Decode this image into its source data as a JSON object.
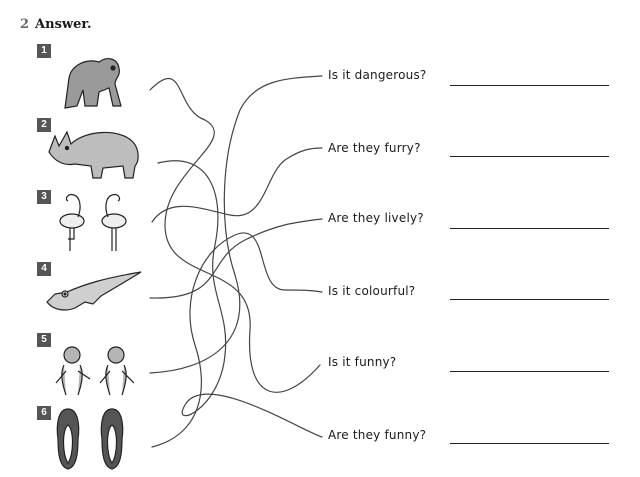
{
  "exercise": {
    "number": "2",
    "title": "Answer."
  },
  "animals": [
    {
      "number": "1",
      "icon": "gorilla-icon"
    },
    {
      "number": "2",
      "icon": "rhino-icon"
    },
    {
      "number": "3",
      "icon": "flamingos-icon"
    },
    {
      "number": "4",
      "icon": "crocodile-icon"
    },
    {
      "number": "5",
      "icon": "monkeys-icon"
    },
    {
      "number": "6",
      "icon": "penguins-icon"
    }
  ],
  "questions": [
    {
      "text": "Is it dangerous?",
      "answer": ""
    },
    {
      "text": "Are they furry?",
      "answer": ""
    },
    {
      "text": "Are they lively?",
      "answer": ""
    },
    {
      "text": "Is it colourful?",
      "answer": ""
    },
    {
      "text": "Is it funny?",
      "answer": ""
    },
    {
      "text": "Are they funny?",
      "answer": ""
    }
  ]
}
